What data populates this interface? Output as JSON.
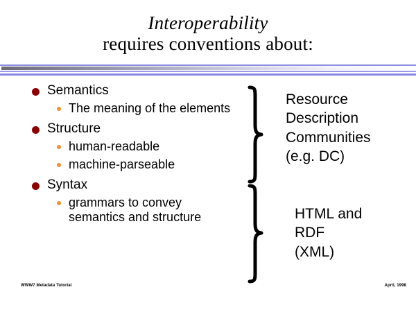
{
  "slide": {
    "title": {
      "line1": "Interoperability",
      "line2": "requires conventions about:"
    },
    "bullets": [
      {
        "label": "Semantics",
        "sub": [
          "The meaning of the elements"
        ]
      },
      {
        "label": "Structure",
        "sub": [
          "human-readable",
          "machine-parseable"
        ]
      },
      {
        "label": "Syntax",
        "sub": [
          "grammars to convey semantics and structure"
        ]
      }
    ],
    "right_column": {
      "group1": {
        "line1": "Resource",
        "line2": "Description",
        "line3": "Communities",
        "line4": "(e.g. DC)"
      },
      "group2": {
        "line1": "HTML and",
        "line2": "RDF",
        "line3": "(XML)"
      }
    },
    "footer": {
      "left": "WWW7 Metadata Tutorial",
      "right": "April, 1998"
    },
    "colors": {
      "bullet_level1": "#8b0000",
      "bullet_level2": "#f0922b",
      "divider_accent": "#8c8ce0",
      "text": "#000000",
      "background": "#ffffff"
    }
  }
}
